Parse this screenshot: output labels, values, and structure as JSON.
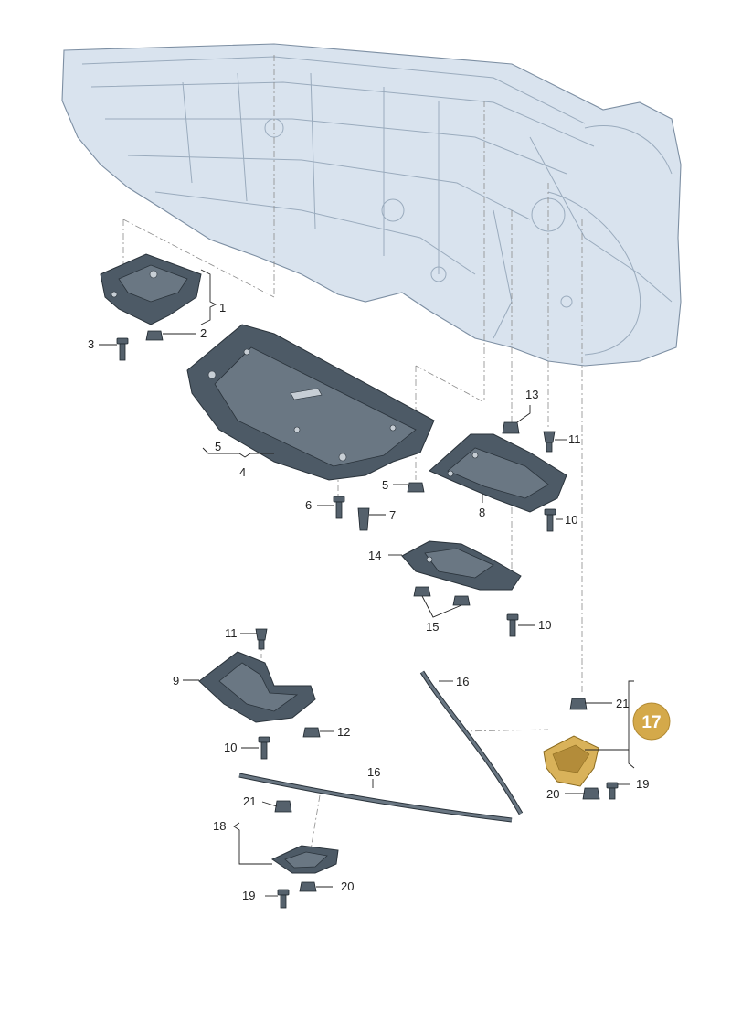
{
  "diagram": {
    "callouts": [
      {
        "id": "c1",
        "text": "1"
      },
      {
        "id": "c2",
        "text": "2"
      },
      {
        "id": "c3",
        "text": "3"
      },
      {
        "id": "c4",
        "text": "4"
      },
      {
        "id": "c5a",
        "text": "5"
      },
      {
        "id": "c5b",
        "text": "5"
      },
      {
        "id": "c6",
        "text": "6"
      },
      {
        "id": "c7",
        "text": "7"
      },
      {
        "id": "c8",
        "text": "8"
      },
      {
        "id": "c9",
        "text": "9"
      },
      {
        "id": "c10a",
        "text": "10"
      },
      {
        "id": "c10b",
        "text": "10"
      },
      {
        "id": "c10c",
        "text": "10"
      },
      {
        "id": "c11a",
        "text": "11"
      },
      {
        "id": "c11b",
        "text": "11"
      },
      {
        "id": "c12",
        "text": "12"
      },
      {
        "id": "c13",
        "text": "13"
      },
      {
        "id": "c14",
        "text": "14"
      },
      {
        "id": "c15",
        "text": "15"
      },
      {
        "id": "c16a",
        "text": "16"
      },
      {
        "id": "c16b",
        "text": "16"
      },
      {
        "id": "c18",
        "text": "18"
      },
      {
        "id": "c19a",
        "text": "19"
      },
      {
        "id": "c19b",
        "text": "19"
      },
      {
        "id": "c20a",
        "text": "20"
      },
      {
        "id": "c20b",
        "text": "20"
      },
      {
        "id": "c21a",
        "text": "21"
      },
      {
        "id": "c21b",
        "text": "21"
      }
    ],
    "highlight": {
      "text": "17",
      "color": "#d4a94a"
    }
  }
}
